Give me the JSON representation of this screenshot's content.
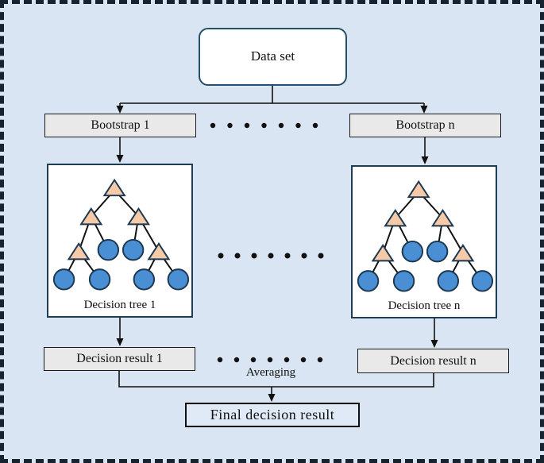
{
  "diagram": {
    "dataset_label": "Data set",
    "bootstrap_left_label": "Bootstrap 1",
    "bootstrap_right_label": "Bootstrap n",
    "tree_left_label": "Decision tree 1",
    "tree_right_label": "Decision tree n",
    "result_left_label": "Decision result 1",
    "result_right_label": "Decision result n",
    "averaging_label": "Averaging",
    "final_label": "Final decision result",
    "ellipsis_dot_count": 7
  },
  "colors": {
    "background": "#d9e5f2",
    "outer_border": "#15242f",
    "dataset_fill": "#ffffff",
    "dataset_border": "#24506b",
    "gray_box_fill": "#e9e9e9",
    "gray_box_border": "#1a1a1a",
    "panel_fill": "#ffffff",
    "panel_border": "#1d3d55",
    "triangle_fill": "#f6c9a8",
    "circle_fill": "#4a8fd3",
    "node_stroke": "#1b3850",
    "edge_color": "#111111",
    "line_color": "#111111",
    "final_fill": "#dfeaf6",
    "final_border": "#111111",
    "text_color": "#111111",
    "dot_color": "#111111"
  }
}
